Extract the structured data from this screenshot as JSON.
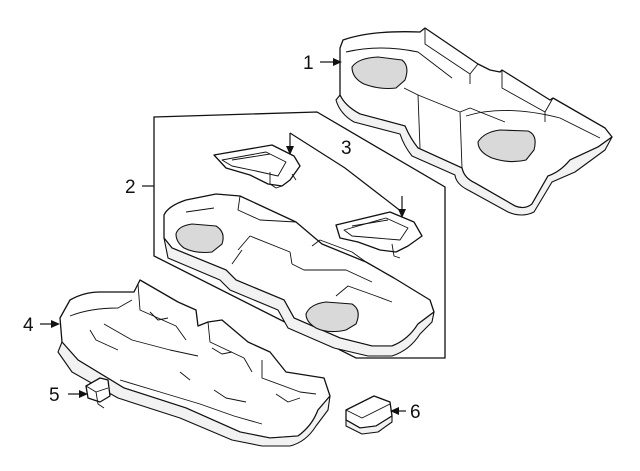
{
  "callouts": {
    "c1": "1",
    "c2": "2",
    "c3": "3",
    "c4": "4",
    "c5": "5",
    "c6": "6"
  },
  "icons": {
    "part1": "seat-cushion-cover-icon",
    "part3": "cushion-bracket-icon",
    "part4": "seat-cushion-frame-icon",
    "part5": "clip-icon",
    "part6": "latch-cover-icon"
  }
}
